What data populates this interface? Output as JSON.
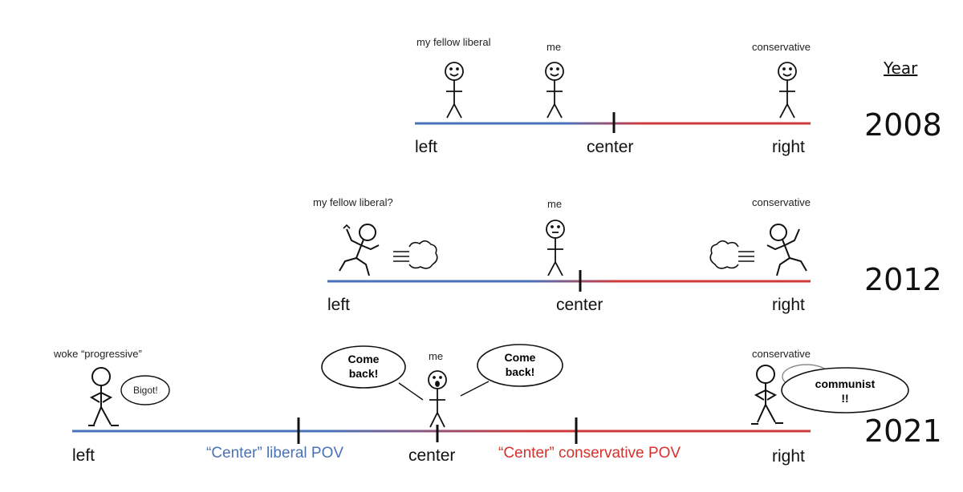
{
  "header": {
    "year_label": "Year"
  },
  "colors": {
    "left": "#4a72b8",
    "right": "#d0393a",
    "liberal_pov": "#4a72b8",
    "conservative_pov": "#d8302c"
  },
  "rows": [
    {
      "year": "2008",
      "axis": {
        "left": "left",
        "center": "center",
        "right": "right"
      },
      "figures": {
        "liberal": "my fellow liberal",
        "me": "me",
        "conservative": "conservative"
      }
    },
    {
      "year": "2012",
      "axis": {
        "left": "left",
        "center": "center",
        "right": "right"
      },
      "figures": {
        "liberal": "my fellow liberal?",
        "me": "me",
        "conservative": "conservative"
      }
    },
    {
      "year": "2021",
      "axis": {
        "left": "left",
        "center": "center",
        "right": "right"
      },
      "figures": {
        "liberal": "woke “progressive”",
        "me": "me",
        "conservative": "conservative"
      },
      "pov": {
        "liberal": "“Center” liberal POV",
        "conservative": "“Center” conservative POV"
      },
      "bubbles": {
        "bigot": "Bigot!",
        "come_back_left": "Come back!",
        "come_back_right": "Come back!",
        "communist": "communist !!"
      }
    }
  ]
}
